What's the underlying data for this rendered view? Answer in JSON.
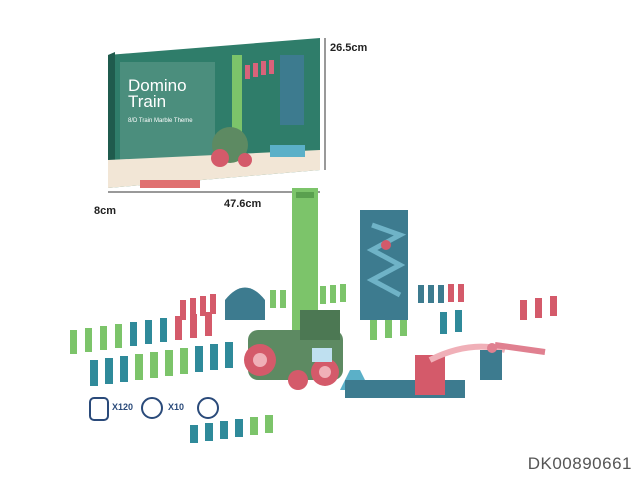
{
  "product": {
    "box_title_line1": "Domino",
    "box_title_line2": "Train",
    "box_subtitle": "8/D Train Marble Theme",
    "dim_height": "26.5cm",
    "dim_width": "47.6cm",
    "dim_depth": "8cm",
    "sku": "DK00890661"
  },
  "features": {
    "count_1": "X120",
    "count_2": "X10"
  },
  "colors": {
    "box_green": "#2f7d6a",
    "domino_green": "#7cc46a",
    "domino_teal": "#2f8a9a",
    "domino_pink": "#d45a6a",
    "train_green": "#5d8a62",
    "tower_blue": "#3d7b8f"
  }
}
